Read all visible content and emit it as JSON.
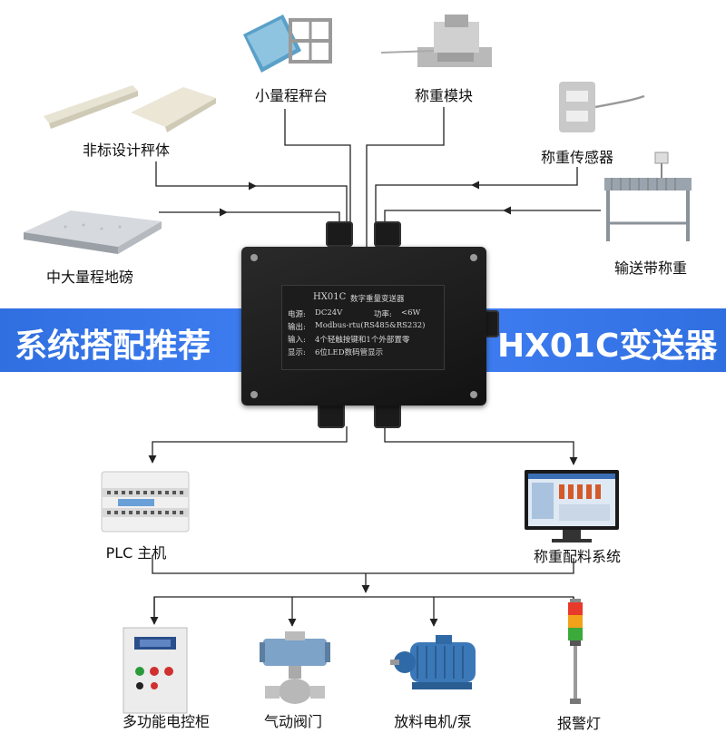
{
  "banner": {
    "left_text": "系统搭配推荐",
    "right_text": "HX01C变送器",
    "color": "#3a78ec"
  },
  "transmitter": {
    "model": "HX01C",
    "title": "数字重量变送器",
    "power_label": "电源:",
    "power_value": "DC24V",
    "wattage_label": "功率:",
    "wattage_value": "<6W",
    "output_label": "输出:",
    "output_value": "Modbus-rtu(RS485&RS232)",
    "input_label": "输入:",
    "input_value": "4个轻触按键和1个外部置零",
    "display_label": "显示:",
    "display_value": "6位LED数码管显示"
  },
  "inputs": [
    {
      "label": "小量程秤台",
      "icon": "small-platform-scale-icon"
    },
    {
      "label": "称重模块",
      "icon": "weighing-module-icon"
    },
    {
      "label": "非标设计秤体",
      "icon": "custom-scale-body-icon"
    },
    {
      "label": "称重传感器",
      "icon": "load-cell-icon"
    },
    {
      "label": "输送带称重",
      "icon": "conveyor-scale-icon"
    },
    {
      "label": "中大量程地磅",
      "icon": "floor-scale-icon"
    }
  ],
  "outputs": [
    {
      "label": "PLC 主机",
      "icon": "plc-icon"
    },
    {
      "label": "称重配料系统",
      "icon": "batching-system-monitor-icon"
    }
  ],
  "actuators": [
    {
      "label": "多功能电控柜",
      "icon": "control-cabinet-icon"
    },
    {
      "label": "气动阀门",
      "icon": "pneumatic-valve-icon"
    },
    {
      "label": "放料电机/泵",
      "icon": "motor-pump-icon"
    },
    {
      "label": "报警灯",
      "icon": "alarm-light-icon"
    }
  ]
}
